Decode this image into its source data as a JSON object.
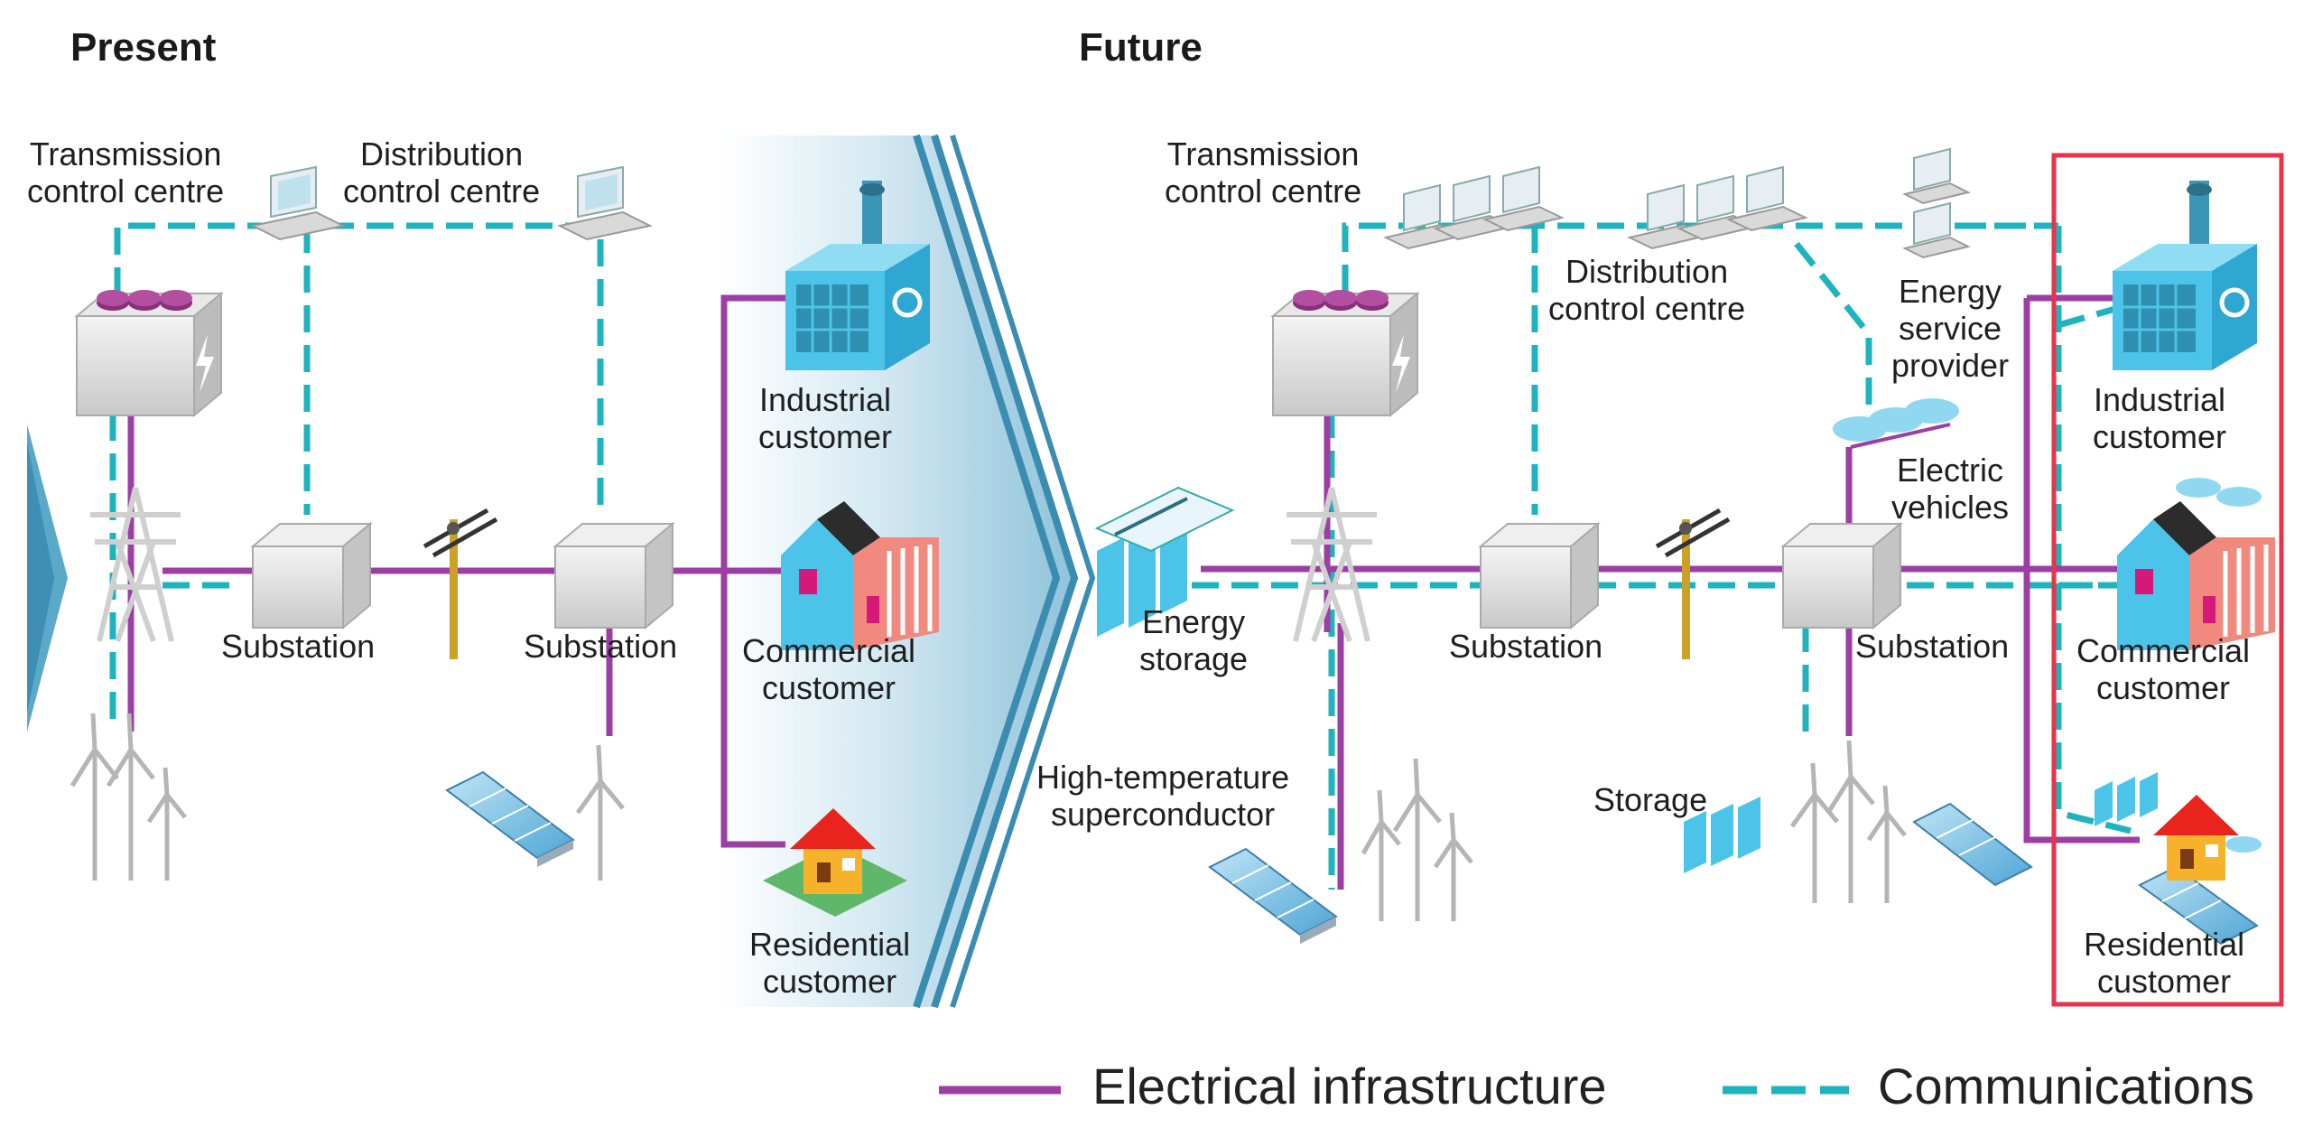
{
  "sections": {
    "present": "Present",
    "future": "Future"
  },
  "present": {
    "transmission_control_centre": [
      "Transmission",
      "control centre"
    ],
    "distribution_control_centre": [
      "Distribution",
      "control centre"
    ],
    "substation_1": "Substation",
    "substation_2": "Substation",
    "industrial_customer": [
      "Industrial",
      "customer"
    ],
    "commercial_customer": [
      "Commercial",
      "customer"
    ],
    "residential_customer": [
      "Residential",
      "customer"
    ]
  },
  "future": {
    "transmission_control_centre": [
      "Transmission",
      "control centre"
    ],
    "distribution_control_centre": [
      "Distribution",
      "control centre"
    ],
    "energy_service_provider": [
      "Energy",
      "service",
      "provider"
    ],
    "electric_vehicles": [
      "Electric",
      "vehicles"
    ],
    "energy_storage": [
      "Energy",
      "storage"
    ],
    "substation_1": "Substation",
    "substation_2": "Substation",
    "high_temperature_superconductor": [
      "High-temperature",
      "superconductor"
    ],
    "storage": "Storage",
    "industrial_customer": [
      "Industrial",
      "customer"
    ],
    "commercial_customer": [
      "Commercial",
      "customer"
    ],
    "residential_customer": [
      "Residential",
      "customer"
    ]
  },
  "legend": {
    "electrical": "Electrical infrastructure",
    "communications": "Communications"
  },
  "colors": {
    "electrical": "#9b3fa3",
    "communications": "#1fb3bd",
    "highlight_box": "#e8344a",
    "pole": "#c9a227",
    "building_blue": "#4cc3e8",
    "commercial_red": "#f08a7e",
    "house_roof": "#e8241c",
    "house_wall": "#f6b22a",
    "lawn": "#5fb86a"
  }
}
